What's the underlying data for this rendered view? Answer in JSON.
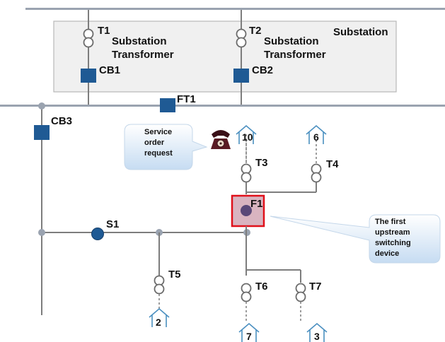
{
  "substation": {
    "title": "Substation",
    "transformers": [
      {
        "id": "T1",
        "label_line1": "Substation",
        "label_line2": "Transformer",
        "breaker": "CB1"
      },
      {
        "id": "T2",
        "label_line1": "Substation",
        "label_line2": "Transformer",
        "breaker": "CB2"
      }
    ]
  },
  "feeder": {
    "breaker": "FT1",
    "feeder_breaker": "CB3",
    "switch": "S1",
    "fuse": "F1"
  },
  "transformers": [
    "T3",
    "T4",
    "T5",
    "T6",
    "T7"
  ],
  "customers": [
    "10",
    "6",
    "2",
    "7",
    "3"
  ],
  "callouts": {
    "service_request": [
      "Service",
      "order",
      "request"
    ],
    "first_upstream_device": [
      "The first",
      "upstream",
      "switching",
      "device"
    ]
  },
  "icons": [
    "telephone-icon",
    "house-icon",
    "transformer-icon",
    "breaker-icon"
  ],
  "colors": {
    "busbar": "#9aa3b0",
    "breaker": "#1f5a94",
    "house": "#4a8fc0",
    "highlight_fill": "#d9b4c0",
    "highlight_border": "#e0101a",
    "fuse": "#5a4878",
    "callout": "#d6e6f6"
  }
}
